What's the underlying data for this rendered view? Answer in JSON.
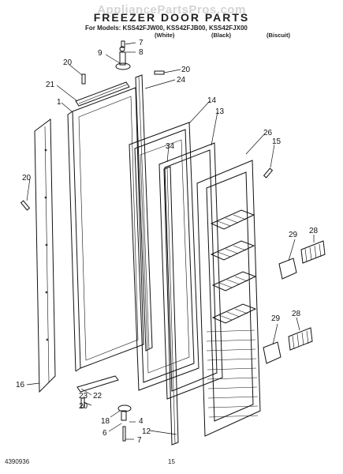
{
  "watermark": "AppliancePartsPros.com",
  "title": "FREEZER DOOR PARTS",
  "models_line": "For Models: KSS42FJW00, KSS42FJB00, KSS42FJX00",
  "variants": {
    "white": "(White)",
    "black": "(Black)",
    "biscuit": "(Biscuit)"
  },
  "footer": {
    "doc_number": "4390936",
    "page_number": "15"
  },
  "callouts": {
    "c1": "1",
    "c4": "4",
    "c6": "6",
    "c7a": "7",
    "c7b": "7",
    "c8": "8",
    "c9": "9",
    "c12": "12",
    "c13": "13",
    "c14": "14",
    "c15": "15",
    "c16": "16",
    "c18": "18",
    "c20a": "20",
    "c20b": "20",
    "c20c": "20",
    "c20d": "20",
    "c21": "21",
    "c22": "22",
    "c23": "23",
    "c24": "24",
    "c26": "26",
    "c28a": "28",
    "c28b": "28",
    "c29a": "29",
    "c29b": "29",
    "c34": "34"
  }
}
